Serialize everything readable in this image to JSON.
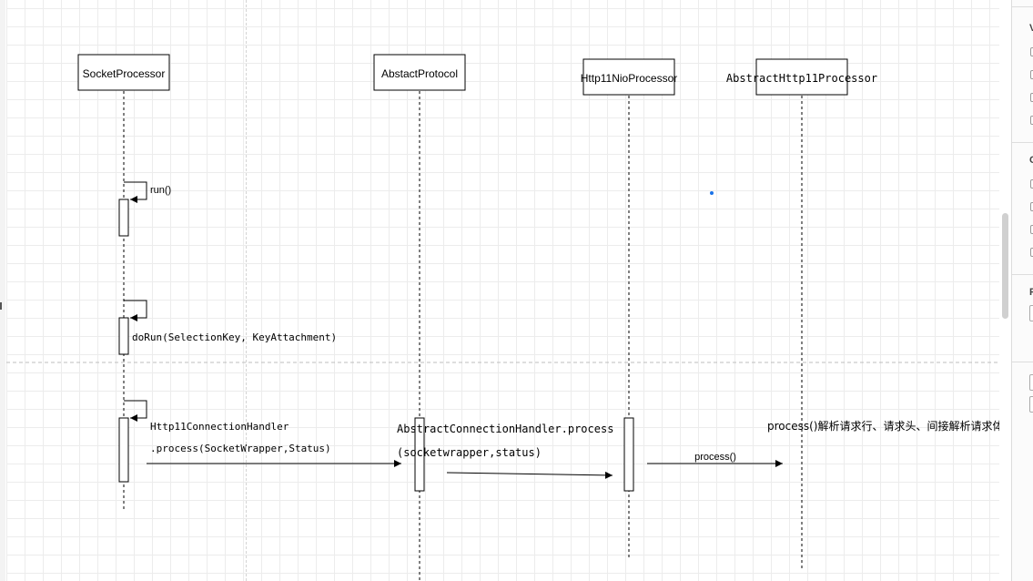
{
  "participants": [
    {
      "id": "socket-processor",
      "label": "SocketProcessor"
    },
    {
      "id": "abstact-protocol",
      "label": "AbstactProtocol"
    },
    {
      "id": "http11-nio-processor",
      "label": "Http11NioProcessor"
    },
    {
      "id": "abstract-http11-processor",
      "label": "AbstractHttp11Processor"
    }
  ],
  "messages": {
    "run": "run()",
    "do_run": "doRun(SelectionKey, KeyAttachment)",
    "handler_line1": "Http11ConnectionHandler",
    "handler_line2": ".process(SocketWrapper,Status)",
    "abstract_line1": "AbstractConnectionHandler.process",
    "abstract_line2": "(socketwrapper,status)",
    "process": "process()",
    "process_note": "process()解析请求行、请求头、间接解析请求体"
  },
  "sidebar": {
    "section_letters": [
      "V",
      "C",
      "P"
    ]
  },
  "colors": {
    "line": "#000000",
    "grid": "#ececec",
    "page_break": "#bdbdbd",
    "selection_dot": "#1a73e8"
  }
}
